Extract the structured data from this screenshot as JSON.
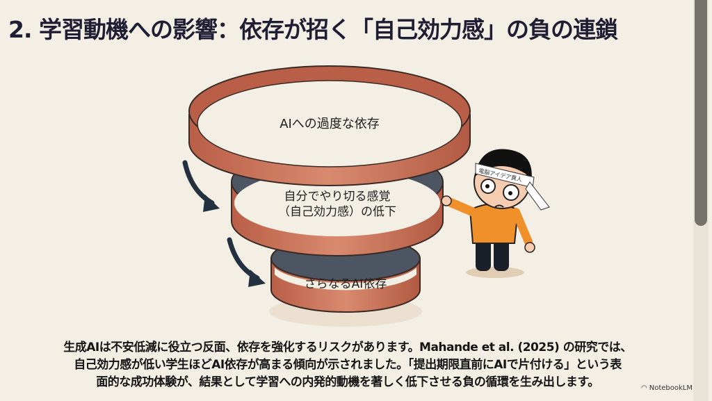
{
  "slide": {
    "title": "2. 学習動機への影響：依存が招く「自己効力感」の負の連鎖",
    "rings": [
      {
        "label": "AIへの過度な依存"
      },
      {
        "label": "自分でやり切る感覚\n（自己効力感）の低下"
      },
      {
        "label": "さらなるAI依存"
      }
    ],
    "character_headband": "電脳アイデア異人",
    "body_lines": [
      "生成AIは不安低減に役立つ反面、依存を強化するリスクがあります。Mahande et al. (2025) の研究では、",
      "自己効力感が低い学生ほどAI依存が高まる傾向が示されました。「提出期限直前にAIで片付ける」という表",
      "面的な成功体験が、結果として学習への内発的動機を著しく低下させる負の循環を生み出します。"
    ],
    "watermark": "NotebookLM"
  },
  "colors": {
    "background": "#f3efe4",
    "ring": "#c9735a",
    "ring_inner": "#4a5360",
    "title": "#1f1d33"
  }
}
